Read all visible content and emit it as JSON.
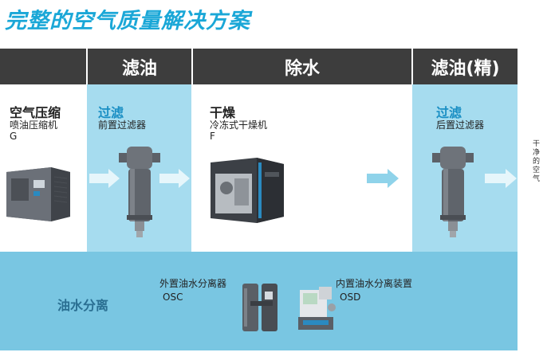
{
  "title": "完整的空气质量解决方案",
  "stages": [
    {
      "header": "滤油"
    },
    {
      "header": "除水"
    },
    {
      "header": "滤油(精)"
    }
  ],
  "compressor": {
    "name": "空气压缩",
    "desc": "喷油压缩机",
    "code": "G"
  },
  "prefilter": {
    "name": "过滤",
    "desc": "前置过滤器"
  },
  "dryer": {
    "name": "干燥",
    "desc": "冷冻式干燥机",
    "code": "F"
  },
  "postfilter": {
    "name": "过滤",
    "desc": "后置过滤器"
  },
  "output_label": "干净的空气",
  "oil_water": {
    "title": "油水分离",
    "external": {
      "name": "外置油水分离器",
      "code": "OSC"
    },
    "internal": {
      "name": "内置油水分离装置",
      "code": "OSD"
    }
  },
  "colors": {
    "title_blue": "#1aa7d7",
    "header_gray": "#3d3d3d",
    "column_light_blue": "#a6dcef",
    "band_blue": "#79c6e2",
    "arrow_blue": "#8fd3ea"
  }
}
